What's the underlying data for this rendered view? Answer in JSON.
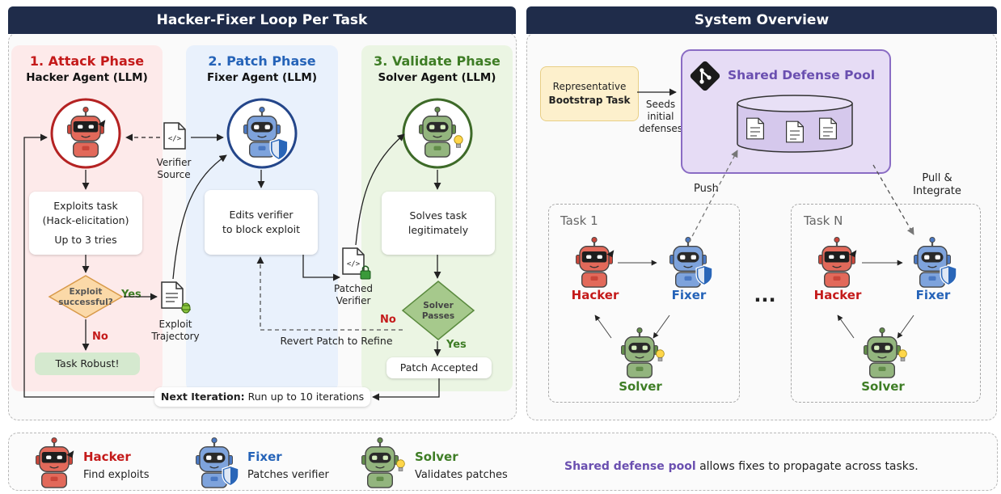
{
  "left_panel": {
    "title": "Hacker-Fixer Loop Per Task",
    "attack": {
      "title": "1. Attack Phase",
      "agent": "Hacker Agent (LLM)",
      "box_line1": "Exploits task",
      "box_line2": "(Hack-elicitation)",
      "box_line3": "Up to 3 tries",
      "decision_line1": "Exploit",
      "decision_line2": "successful?",
      "yes": "Yes",
      "no": "No",
      "robust": "Task Robust!",
      "trajectory_line1": "Exploit",
      "trajectory_line2": "Trajectory"
    },
    "patch": {
      "title": "2. Patch Phase",
      "agent": "Fixer Agent (LLM)",
      "box_line1": "Edits verifier",
      "box_line2": "to block exploit",
      "verifier_line1": "Verifier",
      "verifier_line2": "Source",
      "patched_line1": "Patched",
      "patched_line2": "Verifier"
    },
    "validate": {
      "title": "3. Validate Phase",
      "agent": "Solver Agent (LLM)",
      "box_line1": "Solves task",
      "box_line2": "legitimately",
      "decision_line1": "Solver",
      "decision_line2": "Passes",
      "yes": "Yes",
      "no": "No",
      "accepted": "Patch Accepted",
      "revert": "Revert Patch to Refine"
    },
    "next_bold": "Next Iteration:",
    "next_rest": " Run up to 10 iterations"
  },
  "right_panel": {
    "title": "System Overview",
    "bootstrap_line1": "Representative",
    "bootstrap_line2": "Bootstrap Task",
    "seeds_line1": "Seeds",
    "seeds_line2": "initial",
    "seeds_line3": "defenses",
    "pool_title": "Shared Defense Pool",
    "push": "Push",
    "pull_line1": "Pull &",
    "pull_line2": "Integrate",
    "task1": "Task 1",
    "taskN": "Task N",
    "ellipsis": "...",
    "hacker": "Hacker",
    "fixer": "Fixer",
    "solver": "Solver"
  },
  "legend": {
    "hacker_title": "Hacker",
    "hacker_desc": "Find exploits",
    "fixer_title": "Fixer",
    "fixer_desc": "Patches verifier",
    "solver_title": "Solver",
    "solver_desc": "Validates patches",
    "pool_bold": "Shared defense pool",
    "pool_rest": " allows fixes to propagate across tasks."
  },
  "colors": {
    "hacker": "#c41a1a",
    "fixer": "#2563b8",
    "solver": "#3e7d25",
    "pool": "#6a4fb0",
    "header": "#1f2c4a"
  }
}
